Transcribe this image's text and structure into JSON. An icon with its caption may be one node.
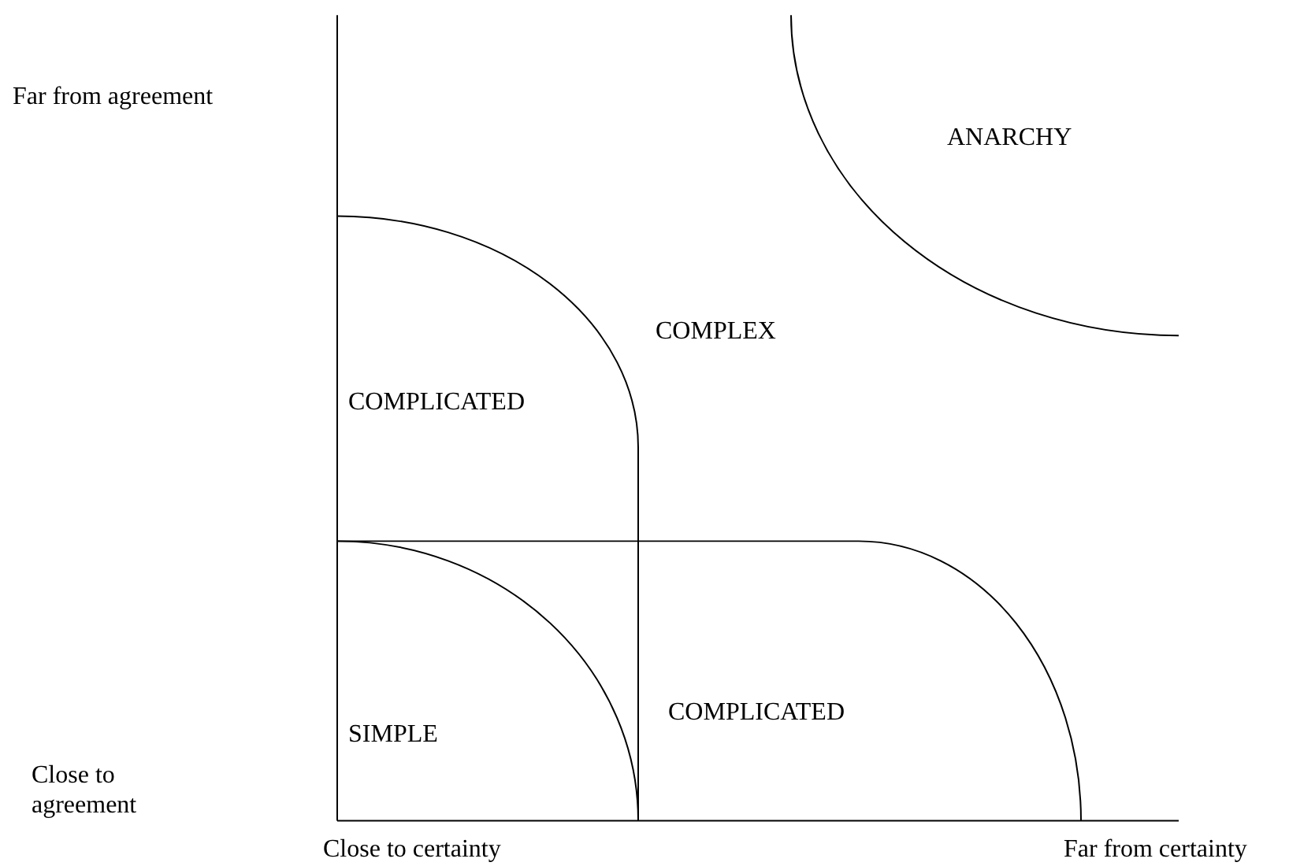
{
  "diagram": {
    "labels": [
      "Far from agreement",
      "ANARCHY",
      "COMPLEX",
      "COMPLICATED",
      "SIMPLE",
      "COMPLICATED",
      "Close to agreement",
      "Close to certainty",
      "Far from certainty"
    ]
  }
}
